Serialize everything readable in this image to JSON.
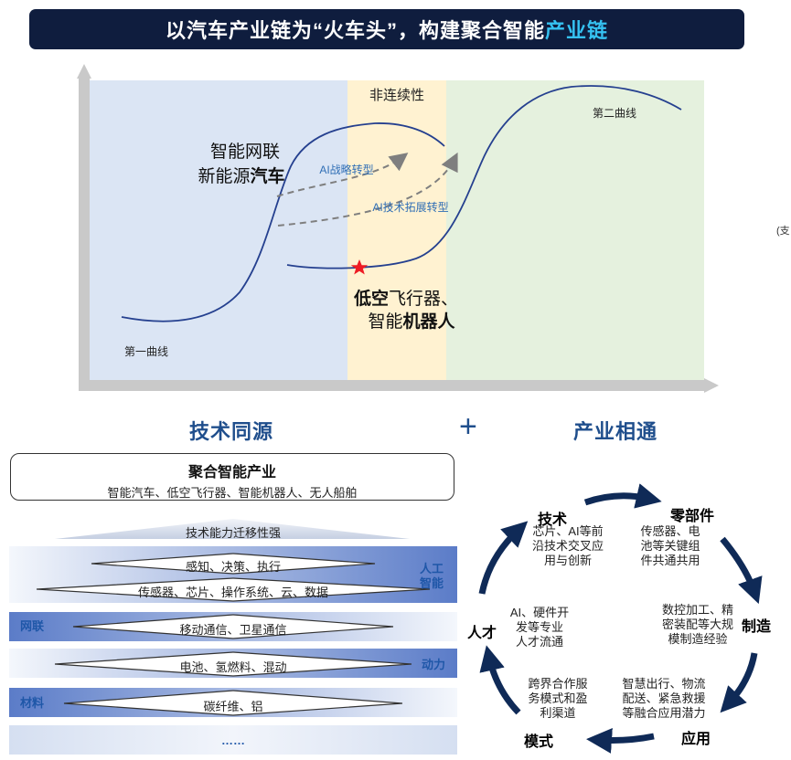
{
  "banner": {
    "title_main": "以汽车产业链为“火车头”，构建聚合智能",
    "title_highlight": "产业链"
  },
  "curve_chart": {
    "discontinuity_label": "非连续性",
    "second_curve_label": "第二曲线",
    "first_curve_label": "第一曲线",
    "car_line1": "智能网联",
    "car_line2_normal": "新能源",
    "car_line2_bold": "汽车",
    "ai_strategy_label": "AI战略转型",
    "ai_tech_label": "AI技术拓展转型",
    "new_line1_bold": "低空",
    "new_line1_normal": "飞行器、",
    "new_line2_normal": "智能",
    "new_line2_bold": "机器人",
    "cut_text": "(支",
    "colors": {
      "zone1": "#dbe5f4",
      "zone2": "#fff2d1",
      "zone3": "#e5f1de",
      "curve": "#25408f",
      "star": "#ee1c24"
    }
  },
  "left_section": {
    "title": "技术同源",
    "plus": "+",
    "box_title": "聚合智能产业",
    "box_subtitle": "智能汽车、低空飞行器、智能机器人、无人船舶",
    "migration_label": "技术能力迁移性强",
    "ai_label_line1": "人工",
    "ai_label_line2": "智能",
    "network_label": "网联",
    "power_label": "动力",
    "material_label": "材料",
    "layers": [
      "感知、决策、执行",
      "传感器、芯片、操作系统、云、数据",
      "移动通信、卫星通信",
      "电池、氢燃料、混动",
      "碳纤维、铝"
    ],
    "ellipsis": "……"
  },
  "right_section": {
    "title": "产业相通",
    "tech": {
      "title": "技术",
      "body": [
        "芯片、AI等前",
        "沿技术交叉应",
        "用与创新"
      ]
    },
    "parts": {
      "title": "零部件",
      "body": [
        "传感器、电",
        "池等关键组",
        "件共通共用"
      ]
    },
    "manufacturing": {
      "title": "制造",
      "body": [
        "数控加工、精",
        "密装配等大规",
        "模制造经验"
      ]
    },
    "application": {
      "title": "应用",
      "body": [
        "智慧出行、物流",
        "配送、紧急救援",
        "等融合应用潜力"
      ]
    },
    "mode": {
      "title": "模式",
      "body": [
        "跨界合作服",
        "务模式和盈",
        "利渠道"
      ]
    },
    "talent": {
      "title": "人才",
      "body": [
        "AI、硬件开",
        "发等专业",
        "人才流通"
      ]
    }
  }
}
